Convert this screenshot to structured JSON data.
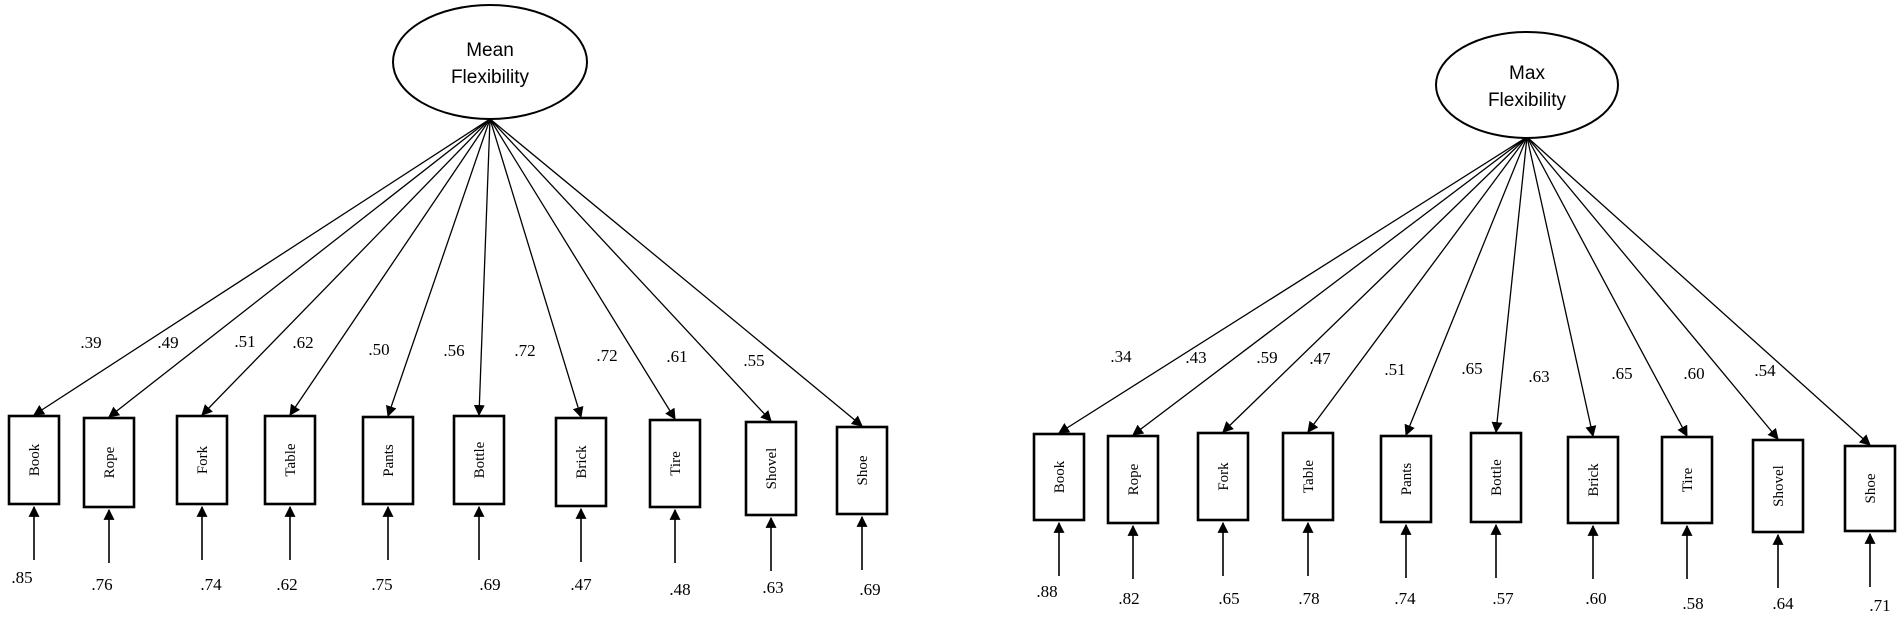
{
  "models": [
    {
      "latent": {
        "line1": "Mean",
        "line2": "Flexibility"
      },
      "indicators": [
        {
          "name": "Book",
          "loading": ".39",
          "error": ".85"
        },
        {
          "name": "Rope",
          "loading": ".49",
          "error": ".76"
        },
        {
          "name": "Fork",
          "loading": ".51",
          "error": ".74"
        },
        {
          "name": "Table",
          "loading": ".62",
          "error": ".62"
        },
        {
          "name": "Pants",
          "loading": ".50",
          "error": ".75"
        },
        {
          "name": "Bottle",
          "loading": ".56",
          "error": ".69"
        },
        {
          "name": "Brick",
          "loading": ".72",
          "error": ".47"
        },
        {
          "name": "Tire",
          "loading": ".72",
          "error": ".48"
        },
        {
          "name": "Shovel",
          "loading": ".61",
          "error": ".63"
        },
        {
          "name": "Shoe",
          "loading": ".55",
          "error": ".69"
        }
      ]
    },
    {
      "latent": {
        "line1": "Max",
        "line2": "Flexibility"
      },
      "indicators": [
        {
          "name": "Book",
          "loading": ".34",
          "error": ".88"
        },
        {
          "name": "Rope",
          "loading": ".43",
          "error": ".82"
        },
        {
          "name": "Fork",
          "loading": ".59",
          "error": ".65"
        },
        {
          "name": "Table",
          "loading": ".47",
          "error": ".78"
        },
        {
          "name": "Pants",
          "loading": ".51",
          "error": ".74"
        },
        {
          "name": "Bottle",
          "loading": ".65",
          "error": ".57"
        },
        {
          "name": "Brick",
          "loading": ".63",
          "error": ".60"
        },
        {
          "name": "Tire",
          "loading": ".65",
          "error": ".58"
        },
        {
          "name": "Shovel",
          "loading": ".60",
          "error": ".64"
        },
        {
          "name": "Shoe",
          "loading": ".54",
          "error": ".71"
        }
      ]
    }
  ]
}
